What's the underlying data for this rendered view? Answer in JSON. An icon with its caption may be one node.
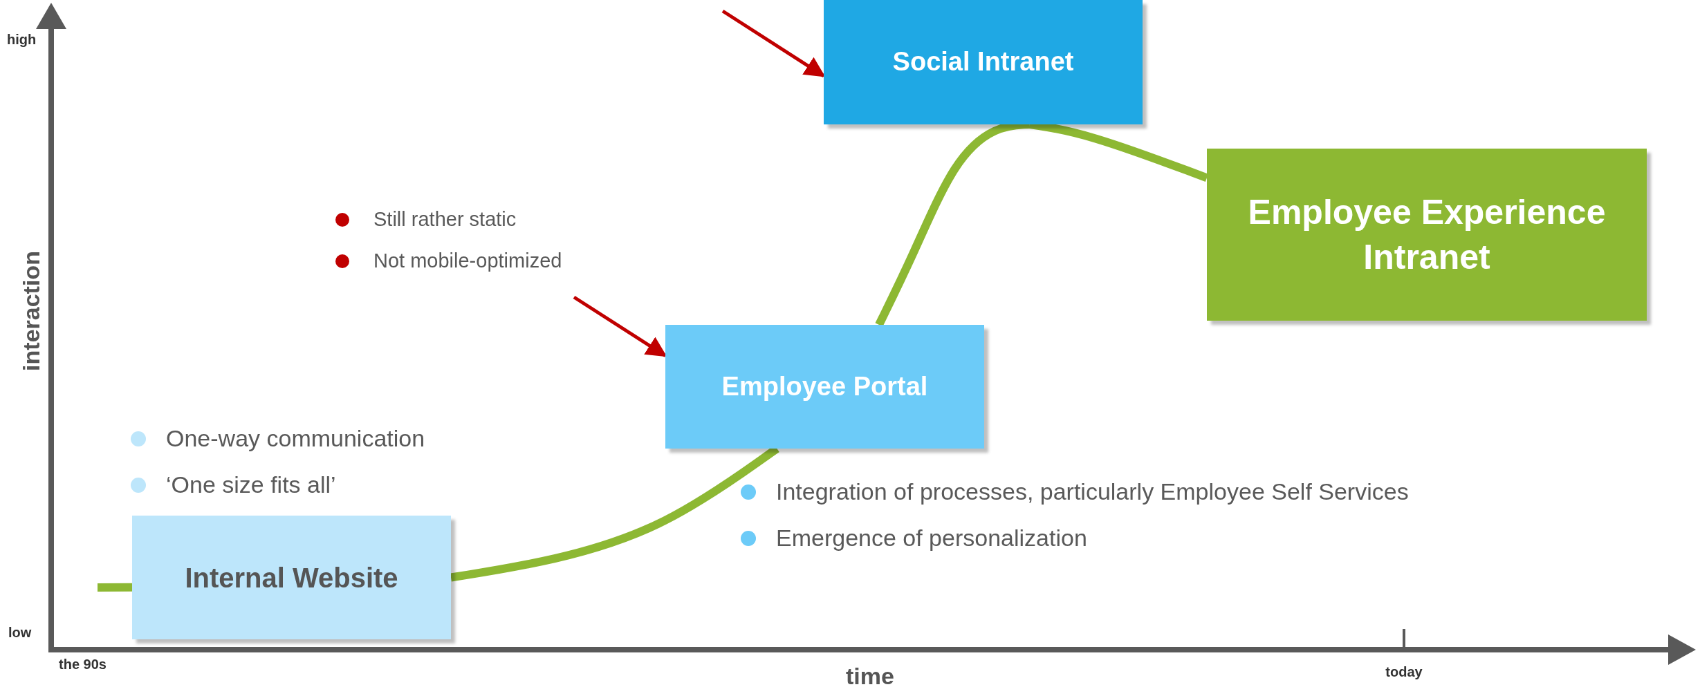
{
  "diagram": {
    "nodes": [
      {
        "text": [
          "Internal Website"
        ],
        "beside": [
          "One-way communication",
          "‘One size fits all’"
        ]
      },
      {
        "text": [
          "Employee Portal"
        ],
        "beside": [
          "Integration of processes, particularly Employee Self Services",
          "Emergence of personalization"
        ]
      },
      {
        "text": [
          "Social Intranet"
        ]
      },
      {
        "text": [
          "Employee Experience Intranet"
        ]
      }
    ],
    "edges": [
      {
        "from": null,
        "to": 2,
        "arrow": "to",
        "color": "#c00000"
      },
      {
        "from": null,
        "to": 1,
        "arrow": "to",
        "color": "#c00000"
      },
      {
        "from": null,
        "to": 0,
        "arrow": "none"
      },
      {
        "from": 0,
        "to": 1,
        "arrow": "none"
      },
      {
        "from": 1,
        "to": 2,
        "arrow": "none"
      },
      {
        "from": 2,
        "to": 3,
        "arrow": "none"
      }
    ],
    "labels": [
      "high",
      "low",
      "interaction",
      "the 90s",
      "time",
      "today",
      "Still rather static",
      "Not mobile-optimized"
    ]
  }
}
